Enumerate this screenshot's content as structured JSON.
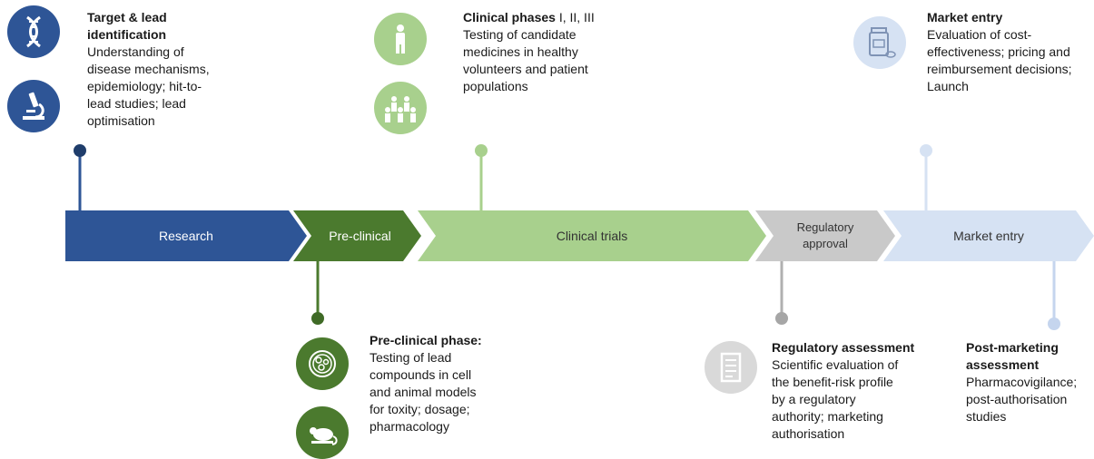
{
  "stages": [
    {
      "label": "Research"
    },
    {
      "label": "Pre-clinical"
    },
    {
      "label": "Clinical trials"
    },
    {
      "label": "Regulatory\napproval"
    },
    {
      "label": "Market entry"
    }
  ],
  "annotations": {
    "research": {
      "title": "Target & lead\nidentification",
      "body": "Understanding of\ndisease mechanisms,\nepidemiology; hit-to-\nlead studies; lead\noptimisation"
    },
    "preclinical": {
      "title": "Pre-clinical phase:",
      "body": "Testing of lead\ncompounds in cell\nand animal models\nfor toxity; dosage;\npharmacology"
    },
    "clinical": {
      "title": "Clinical phases",
      "title_suffix": " I, II, III",
      "body": "Testing of candidate\nmedicines in healthy\nvolunteers and patient\npopulations"
    },
    "regulatory": {
      "title": "Regulatory assessment",
      "body": "Scientific evaluation of\nthe benefit-risk profile\nby a regulatory\nauthority; marketing\nauthorisation"
    },
    "market": {
      "title": "Market entry",
      "body": "Evaluation of cost-\neffectiveness; pricing and\nreimbursement decisions;\nLaunch"
    },
    "postmarket": {
      "title": "Post-marketing\nassessment",
      "body": "Pharmacovigilance;\npost-authorisation\nstudies"
    }
  },
  "icons": {
    "research": [
      "dna-icon",
      "microscope-icon"
    ],
    "preclinical": [
      "cell-culture-icon",
      "lab-rat-icon"
    ],
    "clinical": [
      "single-person-icon",
      "patient-group-icon"
    ],
    "regulatory": [
      "document-icon"
    ],
    "market": [
      "medicine-bottle-icon"
    ]
  },
  "colors": {
    "research": "#2e5596",
    "preclinical": "#4b7a2e",
    "clinical": "#a8d08d",
    "regulatory": "#c9c9c9",
    "market": "#d6e2f3"
  }
}
